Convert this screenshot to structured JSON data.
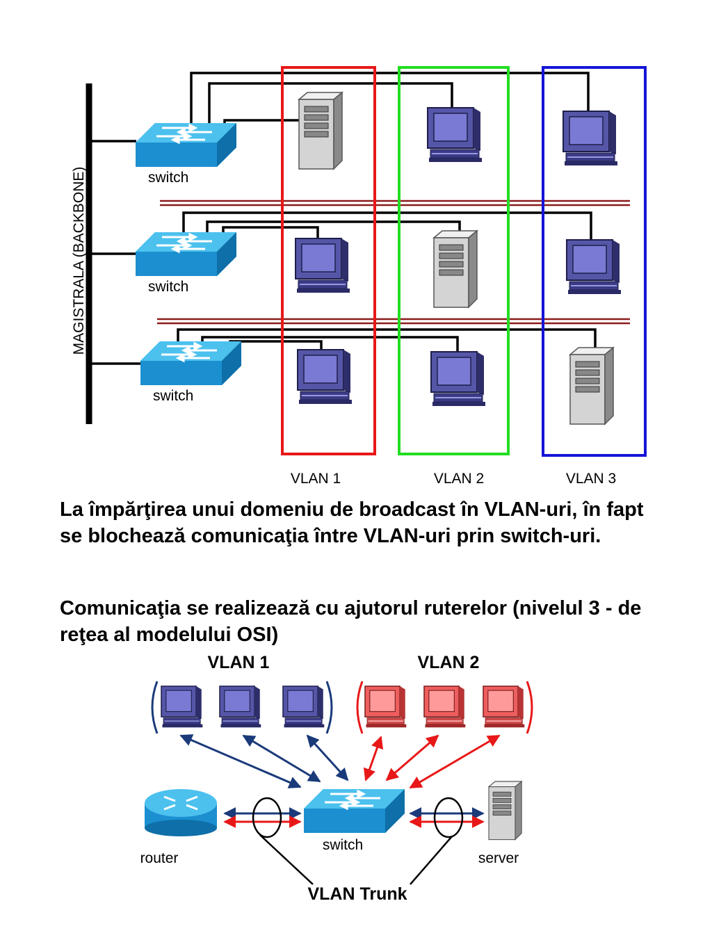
{
  "top_diagram": {
    "backbone_label": "MAGISTRALA (BACKBONE)",
    "switch_labels": [
      "switch",
      "switch",
      "switch"
    ],
    "vlan_labels": [
      "VLAN 1",
      "VLAN 2",
      "VLAN 3"
    ],
    "vlan_colors": [
      "#e81818",
      "#22dd22",
      "#1515d8"
    ]
  },
  "text": {
    "paragraph1": "La împărţirea unui domeniu de broadcast în VLAN-uri, în fapt se blochează comunicaţia între VLAN-uri prin switch-uri.",
    "paragraph2": "Comunicaţia se realizează cu ajutorul ruterelor (nivelul 3 - de reţea al modelului OSI)"
  },
  "bottom_diagram": {
    "group_labels": [
      "VLAN 1",
      "VLAN 2"
    ],
    "router_label": "router",
    "switch_label": "switch",
    "server_label": "server",
    "trunk_label": "VLAN Trunk",
    "colors": {
      "vlan1": "#1a3a7a",
      "vlan2": "#e81818"
    }
  }
}
